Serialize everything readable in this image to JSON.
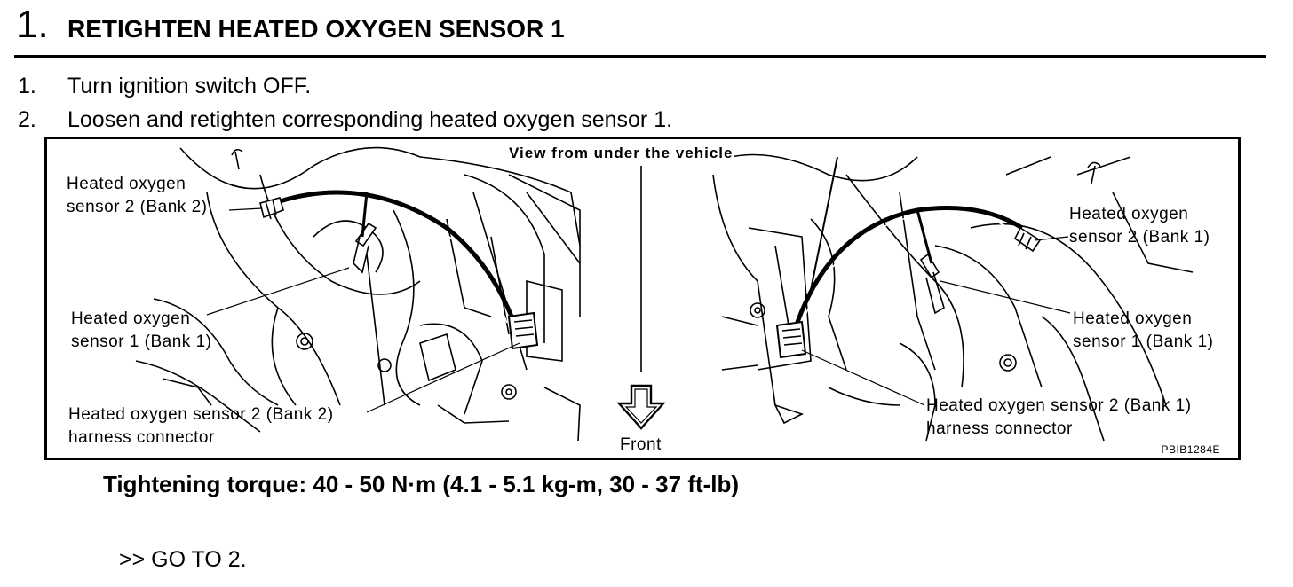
{
  "step": {
    "number": "1.",
    "title": "RETIGHTEN HEATED OXYGEN SENSOR 1"
  },
  "instructions": [
    {
      "num": "1.",
      "text": "Turn ignition switch OFF."
    },
    {
      "num": "2.",
      "text": "Loosen and retighten corresponding heated oxygen sensor 1."
    }
  ],
  "figure": {
    "title": "View from under the vehicle",
    "front_label": "Front",
    "code": "PBIB1284E",
    "left_labels": {
      "hos2_bank2": [
        "Heated oxygen",
        "sensor 2 (Bank 2)"
      ],
      "hos1_bank1": [
        "Heated oxygen",
        "sensor 1 (Bank 1)"
      ],
      "connector_bank2": [
        "Heated oxygen sensor 2 (Bank 2)",
        "harness connector"
      ]
    },
    "right_labels": {
      "hos2_bank1": [
        "Heated oxygen",
        "sensor 2 (Bank 1)"
      ],
      "hos1_bank1": [
        "Heated oxygen",
        "sensor 1 (Bank 1)"
      ],
      "connector_bank1": [
        "Heated oxygen sensor 2 (Bank 1)",
        "harness connector"
      ]
    }
  },
  "torque": "Tightening torque: 40 - 50 N·m (4.1 - 5.1 kg-m, 30 - 37 ft-lb)",
  "next": ">> GO TO 2."
}
